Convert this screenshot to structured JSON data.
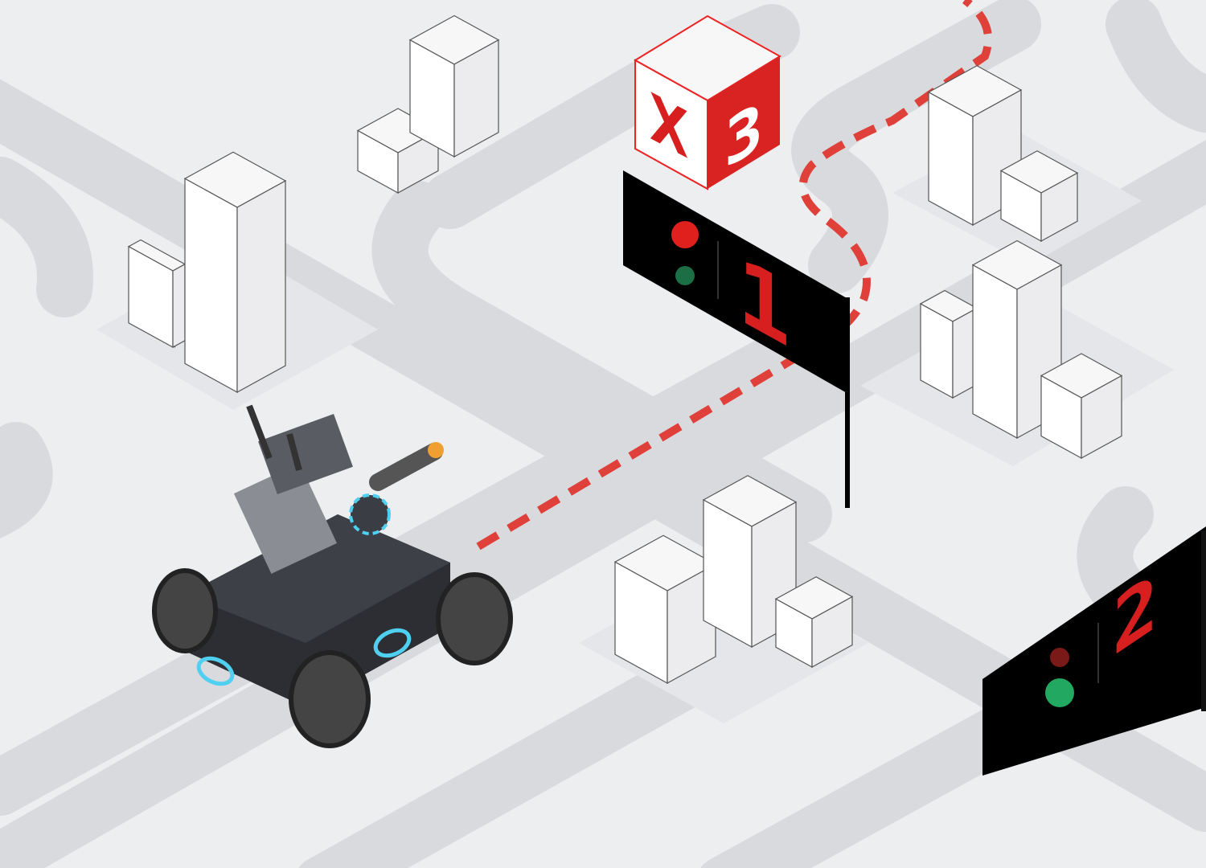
{
  "scene": {
    "signs": [
      {
        "label": "1",
        "lights": [
          "red",
          "green"
        ],
        "active_light": "red"
      },
      {
        "label": "2",
        "lights": [
          "red",
          "green"
        ],
        "active_light": "green"
      }
    ],
    "marker_cube": {
      "left_face": "X",
      "right_face": "3"
    }
  },
  "colors": {
    "background": "#eceef0",
    "road": "#d8dadd",
    "block": "#e4e6e9",
    "path": "#e0403a",
    "sign": "#000000",
    "sign_digit": "#d81f1f",
    "light_red": "#e0201c",
    "light_green": "#22a860",
    "cube_red": "#d92323",
    "robot_accent": "#4fd0f0"
  }
}
